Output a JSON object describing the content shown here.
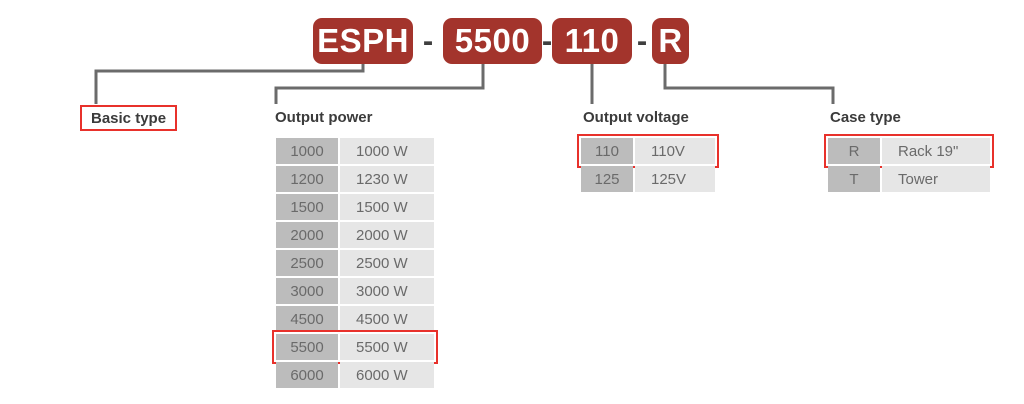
{
  "part_number": {
    "segments": [
      {
        "text": "ESPH",
        "name": "badge-basic-type"
      },
      {
        "text": "5500",
        "name": "badge-output-power"
      },
      {
        "text": "110",
        "name": "badge-output-voltage"
      },
      {
        "text": "R",
        "name": "badge-case-type"
      }
    ],
    "separator": "-"
  },
  "colors": {
    "badge": "#A3342C",
    "highlight": "#E8312B",
    "cell_code": "#BCBCBC",
    "cell_desc": "#E6E6E6",
    "connector": "#6b6b6b",
    "text": "#6a6a6a",
    "label_text": "#3b3b3b"
  },
  "sections": [
    {
      "id": "basic-type",
      "label": "Basic type",
      "boxed": true,
      "rows": []
    },
    {
      "id": "output-power",
      "label": "Output power",
      "boxed": false,
      "rows": [
        {
          "code": "1000",
          "desc": "1000 W",
          "selected": false
        },
        {
          "code": "1200",
          "desc": "1230 W",
          "selected": false
        },
        {
          "code": "1500",
          "desc": "1500 W",
          "selected": false
        },
        {
          "code": "2000",
          "desc": "2000 W",
          "selected": false
        },
        {
          "code": "2500",
          "desc": "2500 W",
          "selected": false
        },
        {
          "code": "3000",
          "desc": "3000 W",
          "selected": false
        },
        {
          "code": "4500",
          "desc": "4500 W",
          "selected": false
        },
        {
          "code": "5500",
          "desc": "5500 W",
          "selected": true
        },
        {
          "code": "6000",
          "desc": "6000 W",
          "selected": false
        }
      ]
    },
    {
      "id": "output-voltage",
      "label": "Output voltage",
      "boxed": false,
      "rows": [
        {
          "code": "110",
          "desc": "110V",
          "selected": true
        },
        {
          "code": "125",
          "desc": "125V",
          "selected": false
        }
      ]
    },
    {
      "id": "case-type",
      "label": "Case type",
      "boxed": false,
      "rows": [
        {
          "code": "R",
          "desc": "Rack 19\"",
          "selected": true
        },
        {
          "code": "T",
          "desc": "Tower",
          "selected": false
        }
      ]
    }
  ]
}
